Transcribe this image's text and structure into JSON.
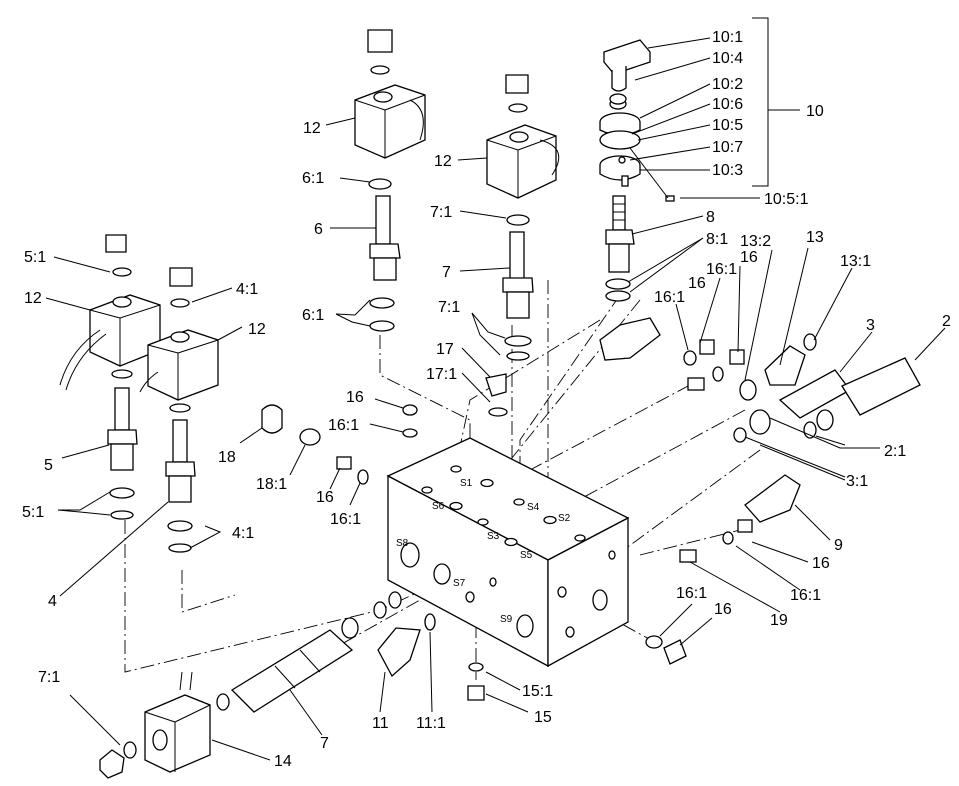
{
  "callouts": {
    "p10_1": "10:1",
    "p10_4": "10:4",
    "p10_2": "10:2",
    "p10_6": "10:6",
    "p10_5": "10:5",
    "p10_7": "10:7",
    "p10_3": "10:3",
    "p10": "10",
    "p10_5_1": "10:5:1",
    "p12_a": "12",
    "p12_b": "12",
    "p12_c": "12",
    "p12_d": "12",
    "p6_1_top": "6:1",
    "p6": "6",
    "p6_1_bot": "6:1",
    "p7_1_top": "7:1",
    "p7": "7",
    "p7_1_mid": "7:1",
    "p17": "17",
    "p17_1": "17:1",
    "p8": "8",
    "p8_1": "8:1",
    "p13_2": "13:2",
    "p13": "13",
    "p13_1": "13:1",
    "p16_1_a": "16:1",
    "p16_a": "16",
    "p16_1_b": "16:1",
    "p16_b": "16",
    "p3": "3",
    "p2": "2",
    "p5_1_top": "5:1",
    "p4_1_top": "4:1",
    "p16_c": "16",
    "p16_1_c": "16:1",
    "p18": "18",
    "p18_1": "18:1",
    "p16_d": "16",
    "p16_1_d": "16:1",
    "p5": "5",
    "p5_1_bot": "5:1",
    "p4_1_bot": "4:1",
    "p4": "4",
    "p2_1": "2:1",
    "p3_1": "3:1",
    "p9": "9",
    "p16_e": "16",
    "p16_1_e": "16:1",
    "p19": "19",
    "p16_1_f": "16:1",
    "p16_f": "16",
    "p7_1_bot": "7:1",
    "p14": "14",
    "p7_bot": "7",
    "p11": "11",
    "p11_1": "11:1",
    "p15_1": "15:1",
    "p15": "15"
  },
  "ports": {
    "s1": "S1",
    "s2": "S2",
    "s3": "S3",
    "s4": "S4",
    "s5": "S5",
    "s6": "S6",
    "s7": "S7",
    "s8": "S8",
    "s9": "S9"
  }
}
